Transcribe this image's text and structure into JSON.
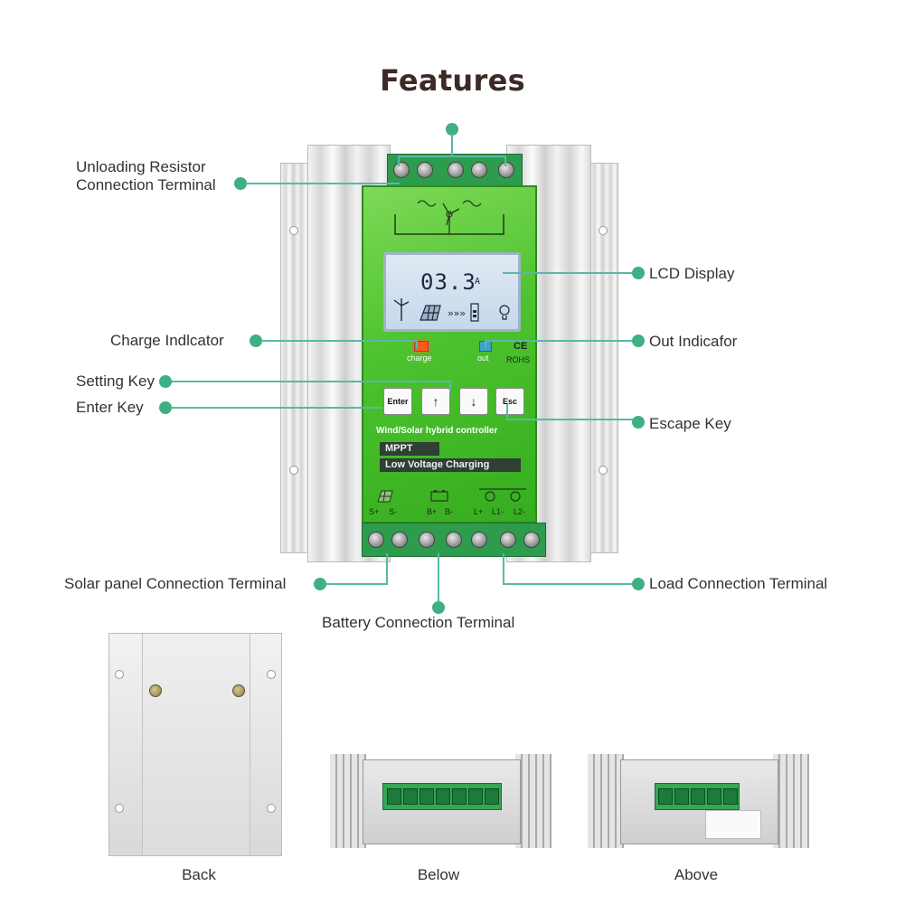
{
  "title": "Features",
  "labels": {
    "unloading": "Unloading Resistor Connection Terminal",
    "lcd": "LCD Display",
    "charge_indicator": "Charge Indlcator",
    "out_indicator": "Out Indicafor",
    "setting_key": "Setting Key",
    "enter_key": "Enter Key",
    "escape_key": "Escape Key",
    "solar": "Solar panel Connection Terminal",
    "load": "Load Connection Terminal",
    "battery": "Battery Connection Terminal"
  },
  "device": {
    "lcd_value": "03.3",
    "lcd_unit": "A",
    "charge_text": "charge",
    "out_text": "out",
    "ce_text": "CE",
    "rohs_text": "ROHS",
    "keys": {
      "enter": "Enter",
      "up": "↑",
      "down": "↓",
      "esc": "Esc"
    },
    "model_text": "Wind/Solar hybrid controller",
    "band1": "MPPT",
    "band2": "Low Voltage Charging",
    "term_labels": {
      "s_plus": "S+",
      "s_minus": "S-",
      "b_plus": "B+",
      "b_minus": "B-",
      "l_plus": "L+",
      "l1_minus": "L1-",
      "l2_minus": "L2-"
    }
  },
  "views": {
    "back": "Back",
    "below": "Below",
    "above": "Above"
  },
  "colors": {
    "accent_dot": "#3fb084",
    "leader_line": "#5ab7a8",
    "panel_green": "#4cc22e"
  }
}
